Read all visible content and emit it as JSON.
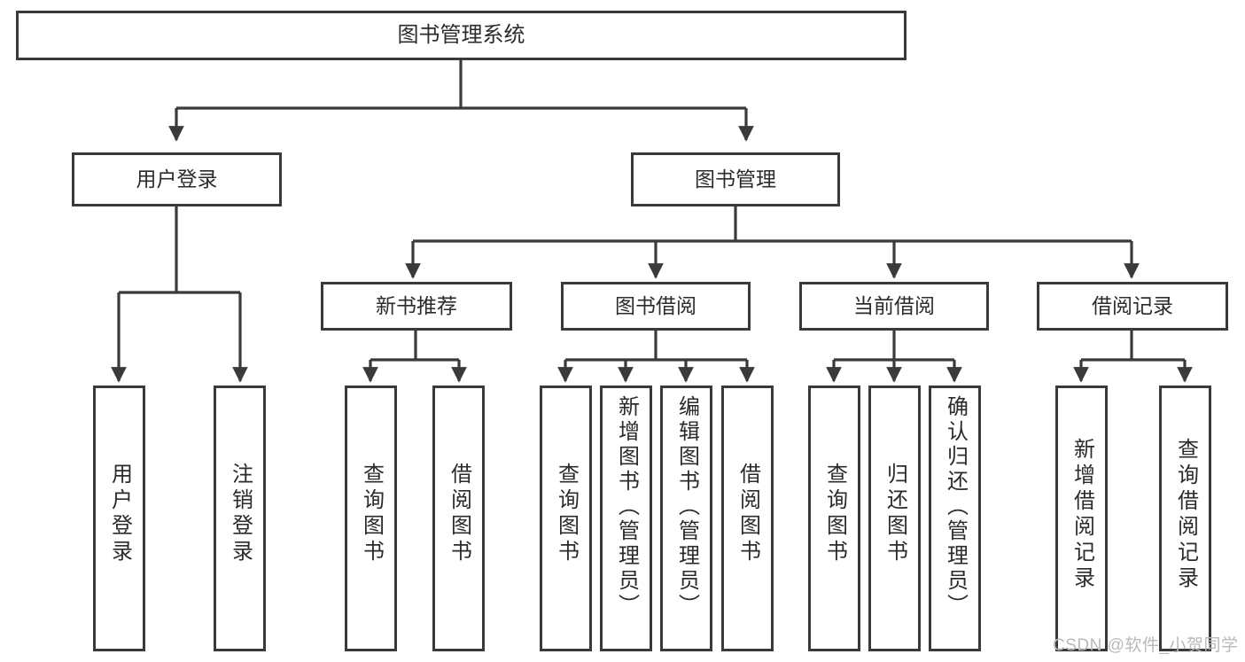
{
  "diagram": {
    "type": "tree-hierarchy-chart",
    "title": "图书管理系统",
    "stroke_color": "#3a3a3a",
    "fill_color": "#ffffff",
    "text_color": "#2b2b2b",
    "root": {
      "label": "图书管理系统"
    },
    "level1": [
      {
        "label": "用户登录"
      },
      {
        "label": "图书管理"
      }
    ],
    "level2": [
      {
        "label": "新书推荐"
      },
      {
        "label": "图书借阅"
      },
      {
        "label": "当前借阅"
      },
      {
        "label": "借阅记录"
      }
    ],
    "leaves": {
      "user_login": [
        {
          "label": "用户登录"
        },
        {
          "label": "注销登录"
        }
      ],
      "new_book": [
        {
          "label": "查询图书"
        },
        {
          "label": "借阅图书"
        }
      ],
      "book_borrow": [
        {
          "label": "查询图书"
        },
        {
          "label": "新增图书（管理员）"
        },
        {
          "label": "编辑图书（管理员）"
        },
        {
          "label": "借阅图书"
        }
      ],
      "current_borrow": [
        {
          "label": "查询图书"
        },
        {
          "label": "归还图书"
        },
        {
          "label": "确认归还（管理员）"
        }
      ],
      "borrow_record": [
        {
          "label": "新增借阅记录"
        },
        {
          "label": "查询借阅记录"
        }
      ]
    }
  },
  "watermark": {
    "text": "CSDN @软件_小贺同学"
  }
}
